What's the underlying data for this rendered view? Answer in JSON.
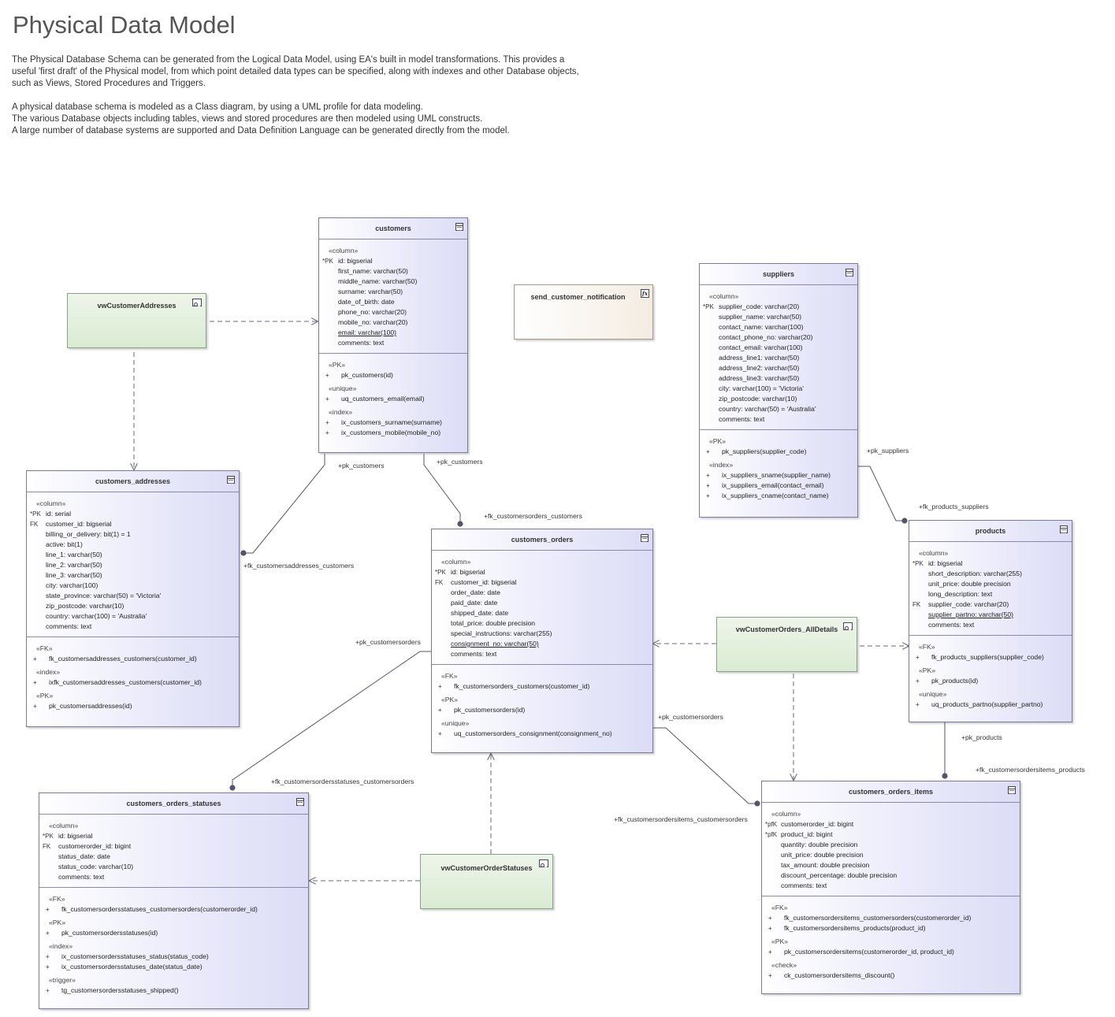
{
  "page": {
    "title": "Physical Data Model",
    "intro": [
      "The Physical Database Schema can be generated from the Logical Data Model, using EA's built in model transformations.  This provides a useful 'first draft' of the Physical model, from which point detailed data types can be specified, along with indexes and other Database objects, such as Views, Stored Procedures and Triggers.",
      "A physical database schema is modeled as a Class diagram, by using a UML profile for data modeling.\nThe various Database objects including tables, views and stored procedures are then modeled using UML constructs.\nA large number of database systems are supported and Data Definition Language can be generated directly from the model."
    ]
  },
  "tables": {
    "customers": {
      "name": "customers",
      "sections": [
        {
          "stereotype": "«column»",
          "rows": [
            {
              "prefix": "*PK",
              "text": "id: bigserial"
            },
            {
              "prefix": "",
              "text": "first_name: varchar(50)"
            },
            {
              "prefix": "",
              "text": "middle_name: varchar(50)"
            },
            {
              "prefix": "",
              "text": "surname: varchar(50)"
            },
            {
              "prefix": "",
              "text": "date_of_birth: date"
            },
            {
              "prefix": "",
              "text": "phone_no: varchar(20)"
            },
            {
              "prefix": "",
              "text": "mobile_no: varchar(20)"
            },
            {
              "prefix": "",
              "text": "email: varchar(100)",
              "underline": true
            },
            {
              "prefix": "",
              "text": "comments: text"
            }
          ]
        },
        {
          "groups": [
            {
              "stereotype": "«PK»",
              "rows": [
                {
                  "prefix": "+",
                  "text": "pk_customers(id)"
                }
              ]
            },
            {
              "stereotype": "«unique»",
              "rows": [
                {
                  "prefix": "+",
                  "text": "uq_customers_email(email)"
                }
              ]
            },
            {
              "stereotype": "«index»",
              "rows": [
                {
                  "prefix": "+",
                  "text": "ix_customers_surname(surname)"
                },
                {
                  "prefix": "+",
                  "text": "ix_customers_mobile(mobile_no)"
                }
              ]
            }
          ]
        }
      ]
    },
    "customers_addresses": {
      "name": "customers_addresses",
      "sections": [
        {
          "stereotype": "«column»",
          "rows": [
            {
              "prefix": "*PK",
              "text": "id: serial"
            },
            {
              "prefix": "FK",
              "text": "customer_id: bigserial"
            },
            {
              "prefix": "",
              "text": "billing_or_delivery: bit(1) = 1"
            },
            {
              "prefix": "",
              "text": "active: bit(1)"
            },
            {
              "prefix": "",
              "text": "line_1: varchar(50)"
            },
            {
              "prefix": "",
              "text": "line_2: varchar(50)"
            },
            {
              "prefix": "",
              "text": "line_3: varchar(50)"
            },
            {
              "prefix": "",
              "text": "city: varchar(100)"
            },
            {
              "prefix": "",
              "text": "state_province: varchar(50) = 'Victoria'"
            },
            {
              "prefix": "",
              "text": "zip_postcode: varchar(10)"
            },
            {
              "prefix": "",
              "text": "country: varchar(100) = 'Australia'"
            },
            {
              "prefix": "",
              "text": "comments: text"
            }
          ]
        },
        {
          "groups": [
            {
              "stereotype": "«FK»",
              "rows": [
                {
                  "prefix": "+",
                  "text": "fk_customersaddresses_customers(customer_id)"
                }
              ]
            },
            {
              "stereotype": "«index»",
              "rows": [
                {
                  "prefix": "+",
                  "text": "ixfk_customersaddresses_customers(customer_id)"
                }
              ]
            },
            {
              "stereotype": "«PK»",
              "rows": [
                {
                  "prefix": "+",
                  "text": "pk_customersaddresses(id)"
                }
              ]
            }
          ]
        }
      ]
    },
    "customers_orders": {
      "name": "customers_orders",
      "sections": [
        {
          "stereotype": "«column»",
          "rows": [
            {
              "prefix": "*PK",
              "text": "id: bigserial"
            },
            {
              "prefix": "FK",
              "text": "customer_id: bigserial"
            },
            {
              "prefix": "",
              "text": "order_date: date"
            },
            {
              "prefix": "",
              "text": "paid_date: date"
            },
            {
              "prefix": "",
              "text": "shipped_date: date"
            },
            {
              "prefix": "",
              "text": "total_price: double precision"
            },
            {
              "prefix": "",
              "text": "special_instructions: varchar(255)"
            },
            {
              "prefix": "",
              "text": "consignment_no: varchar(50)",
              "underline": true
            },
            {
              "prefix": "",
              "text": "comments: text"
            }
          ]
        },
        {
          "groups": [
            {
              "stereotype": "«FK»",
              "rows": [
                {
                  "prefix": "+",
                  "text": "fk_customersorders_customers(customer_id)"
                }
              ]
            },
            {
              "stereotype": "«PK»",
              "rows": [
                {
                  "prefix": "+",
                  "text": "pk_customersorders(id)"
                }
              ]
            },
            {
              "stereotype": "«unique»",
              "rows": [
                {
                  "prefix": "+",
                  "text": "uq_customersorders_consignment(consignment_no)"
                }
              ]
            }
          ]
        }
      ]
    },
    "suppliers": {
      "name": "suppliers",
      "sections": [
        {
          "stereotype": "«column»",
          "rows": [
            {
              "prefix": "*PK",
              "text": "supplier_code: varchar(20)"
            },
            {
              "prefix": "",
              "text": "supplier_name: varchar(50)"
            },
            {
              "prefix": "",
              "text": "contact_name: varchar(100)"
            },
            {
              "prefix": "",
              "text": "contact_phone_no: varchar(20)"
            },
            {
              "prefix": "",
              "text": "contact_email: varchar(100)"
            },
            {
              "prefix": "",
              "text": "address_line1: varchar(50)"
            },
            {
              "prefix": "",
              "text": "address_line2: varchar(50)"
            },
            {
              "prefix": "",
              "text": "address_line3: varchar(50)"
            },
            {
              "prefix": "",
              "text": "city: varchar(100) = 'Victoria'"
            },
            {
              "prefix": "",
              "text": "zip_postcode: varchar(10)"
            },
            {
              "prefix": "",
              "text": "country: varchar(50) = 'Australia'"
            },
            {
              "prefix": "",
              "text": "comments: text"
            }
          ]
        },
        {
          "groups": [
            {
              "stereotype": "«PK»",
              "rows": [
                {
                  "prefix": "+",
                  "text": "pk_suppliers(supplier_code)"
                }
              ]
            },
            {
              "stereotype": "«index»",
              "rows": [
                {
                  "prefix": "+",
                  "text": "ix_suppliers_sname(supplier_name)"
                },
                {
                  "prefix": "+",
                  "text": "ix_suppliers_email(contact_email)"
                },
                {
                  "prefix": "+",
                  "text": "ix_suppliers_cname(contact_name)"
                }
              ]
            }
          ]
        }
      ]
    },
    "products": {
      "name": "products",
      "sections": [
        {
          "stereotype": "«column»",
          "rows": [
            {
              "prefix": "*PK",
              "text": "id: bigserial"
            },
            {
              "prefix": "",
              "text": "short_description: varchar(255)"
            },
            {
              "prefix": "",
              "text": "unit_price: double precision"
            },
            {
              "prefix": "",
              "text": "long_description: text"
            },
            {
              "prefix": "FK",
              "text": "supplier_code: varchar(20)"
            },
            {
              "prefix": "",
              "text": "supplier_partno: varchar(50)",
              "underline": true
            },
            {
              "prefix": "",
              "text": "comments: text"
            }
          ]
        },
        {
          "groups": [
            {
              "stereotype": "«FK»",
              "rows": [
                {
                  "prefix": "+",
                  "text": "fk_products_suppliers(supplier_code)"
                }
              ]
            },
            {
              "stereotype": "«PK»",
              "rows": [
                {
                  "prefix": "+",
                  "text": "pk_products(id)"
                }
              ]
            },
            {
              "stereotype": "«unique»",
              "rows": [
                {
                  "prefix": "+",
                  "text": "uq_products_partno(supplier_partno)"
                }
              ]
            }
          ]
        }
      ]
    },
    "customers_orders_statuses": {
      "name": "customers_orders_statuses",
      "sections": [
        {
          "stereotype": "«column»",
          "rows": [
            {
              "prefix": "*PK",
              "text": "id: bigserial"
            },
            {
              "prefix": "FK",
              "text": "customerorder_id: bigint"
            },
            {
              "prefix": "",
              "text": "status_date: date"
            },
            {
              "prefix": "",
              "text": "status_code: varchar(10)"
            },
            {
              "prefix": "",
              "text": "comments: text"
            }
          ]
        },
        {
          "groups": [
            {
              "stereotype": "«FK»",
              "rows": [
                {
                  "prefix": "+",
                  "text": "fk_customersordersstatuses_customersorders(customerorder_id)"
                }
              ]
            },
            {
              "stereotype": "«PK»",
              "rows": [
                {
                  "prefix": "+",
                  "text": "pk_customersordersstatuses(id)"
                }
              ]
            },
            {
              "stereotype": "«index»",
              "rows": [
                {
                  "prefix": "+",
                  "text": "ix_customersordersstatuses_status(status_code)"
                },
                {
                  "prefix": "+",
                  "text": "ix_customersordersstatuses_date(status_date)"
                }
              ]
            },
            {
              "stereotype": "«trigger»",
              "rows": [
                {
                  "prefix": "+",
                  "text": "tg_customersordersstatuses_shipped()"
                }
              ]
            }
          ]
        }
      ]
    },
    "customers_orders_items": {
      "name": "customers_orders_items",
      "sections": [
        {
          "stereotype": "«column»",
          "rows": [
            {
              "prefix": "*pfK",
              "text": "customerorder_id: bigint"
            },
            {
              "prefix": "*pfK",
              "text": "product_id: bigint"
            },
            {
              "prefix": "",
              "text": "quantity: double precision"
            },
            {
              "prefix": "",
              "text": "unit_price: double precision"
            },
            {
              "prefix": "",
              "text": "tax_amount: double precision"
            },
            {
              "prefix": "",
              "text": "discount_percentage: double precision"
            },
            {
              "prefix": "",
              "text": "comments: text"
            }
          ]
        },
        {
          "groups": [
            {
              "stereotype": "«FK»",
              "rows": [
                {
                  "prefix": "+",
                  "text": "fk_customersordersitems_customersorders(customerorder_id)"
                },
                {
                  "prefix": "+",
                  "text": "fk_customersordersitems_products(product_id)"
                }
              ]
            },
            {
              "stereotype": "«PK»",
              "rows": [
                {
                  "prefix": "+",
                  "text": "pk_customersordersitems(customerorder_id, product_id)"
                }
              ]
            },
            {
              "stereotype": "«check»",
              "rows": [
                {
                  "prefix": "+",
                  "text": "ck_customersordersitems_discount()"
                }
              ]
            }
          ]
        }
      ]
    }
  },
  "views": {
    "vwCustomerAddresses": "vwCustomerAddresses",
    "vwCustomerOrders_AllDetails": "vwCustomerOrders_AllDetails",
    "vwCustomerOrderStatuses": "vwCustomerOrderStatuses"
  },
  "procedures": {
    "send_customer_notification": "send_customer_notification"
  },
  "connector_labels": {
    "pk_customers_1": "+pk_customers",
    "pk_customers_2": "+pk_customers",
    "fk_customersaddresses_customers": "+fk_customersaddresses_customers",
    "fk_customersorders_customers": "+fk_customersorders_customers",
    "pk_suppliers": "+pk_suppliers",
    "fk_products_suppliers": "+fk_products_suppliers",
    "pk_customersorders_1": "+pk_customersorders",
    "fk_customersordersstatuses_customersorders": "+fk_customersordersstatuses_customersorders",
    "pk_customersorders_2": "+pk_customersorders",
    "fk_customersordersitems_customersorders": "+fk_customersordersitems_customersorders",
    "pk_products": "+pk_products",
    "fk_customersordersitems_products": "+fk_customersordersitems_products"
  }
}
